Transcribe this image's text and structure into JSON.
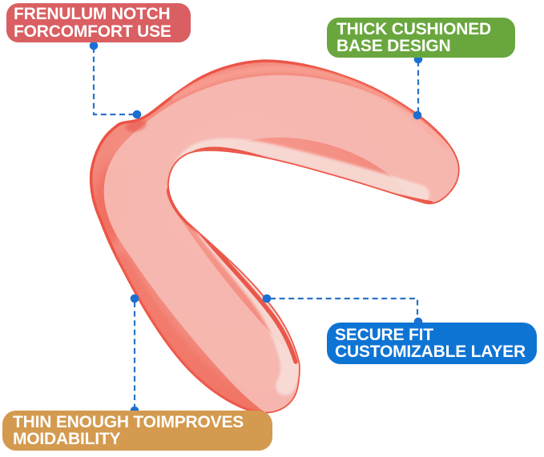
{
  "figure": {
    "subject": "red sports mouthguard 3d render",
    "style": "product infographic with callout labels and dashed leader lines"
  },
  "colors": {
    "background": "#ffffff",
    "callout_red": "#d95f63",
    "callout_green": "#69a73e",
    "callout_blue": "#0e74d4",
    "callout_orange": "#d49a4f",
    "callout_text": "#ffffff",
    "connector_blue": "#2a73c5",
    "dot_blue": "#1c6fd2",
    "mouthguard_salmon": "#f28378",
    "mouthguard_channel": "#f5b9b2",
    "mouthguard_highlight": "#f8ded9",
    "mouthguard_rim": "#e74a3c",
    "mouthguard_edge": "#ec5446"
  },
  "callouts": [
    {
      "id": "frenulum-notch",
      "lines": [
        "FRENULUM NOTCH",
        "FORCOMFORT USE"
      ]
    },
    {
      "id": "thick-cushioned-base",
      "lines": [
        "THICK CUSHIONED",
        "BASE DESIGN"
      ]
    },
    {
      "id": "secure-fit-layer",
      "lines": [
        "SECURE FIT",
        "CUSTOMIZABLE LAYER"
      ]
    },
    {
      "id": "thin-moldability",
      "lines": [
        "THIN ENOUGH TOIMPROVES",
        "MOIDABILITY"
      ]
    }
  ]
}
